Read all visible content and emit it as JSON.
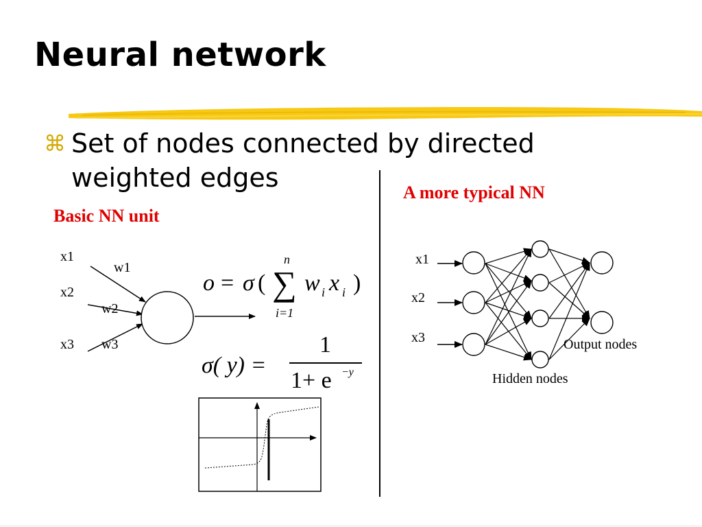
{
  "slide": {
    "title": "Neural network",
    "bullet_icon": "z-bullet-icon",
    "bullet_line1": "Set of nodes connected by directed",
    "bullet_line2": "weighted edges",
    "accent_color": "#f5c400",
    "label_color": "#e00000"
  },
  "basic_unit": {
    "label": "Basic NN unit",
    "inputs": [
      "x1",
      "x2",
      "x3"
    ],
    "weights": [
      "w1",
      "w2",
      "w3"
    ]
  },
  "formulas": {
    "output": {
      "o": "o",
      "eq": "=",
      "sigma": "σ",
      "lparen": "(",
      "sum": "∑",
      "w": "w",
      "w_sub": "i",
      "x": "x",
      "x_sub": "i",
      "rparen": ")",
      "upper": "n",
      "lower": "i=1"
    },
    "sigmoid": {
      "lhs": "σ( y) =",
      "numerator": "1",
      "denominator": "1+ e",
      "exponent": "−y"
    }
  },
  "typical_nn": {
    "label": "A more typical NN",
    "inputs": [
      "x1",
      "x2",
      "x3"
    ],
    "output_label": "Output nodes",
    "hidden_label": "Hidden nodes"
  }
}
